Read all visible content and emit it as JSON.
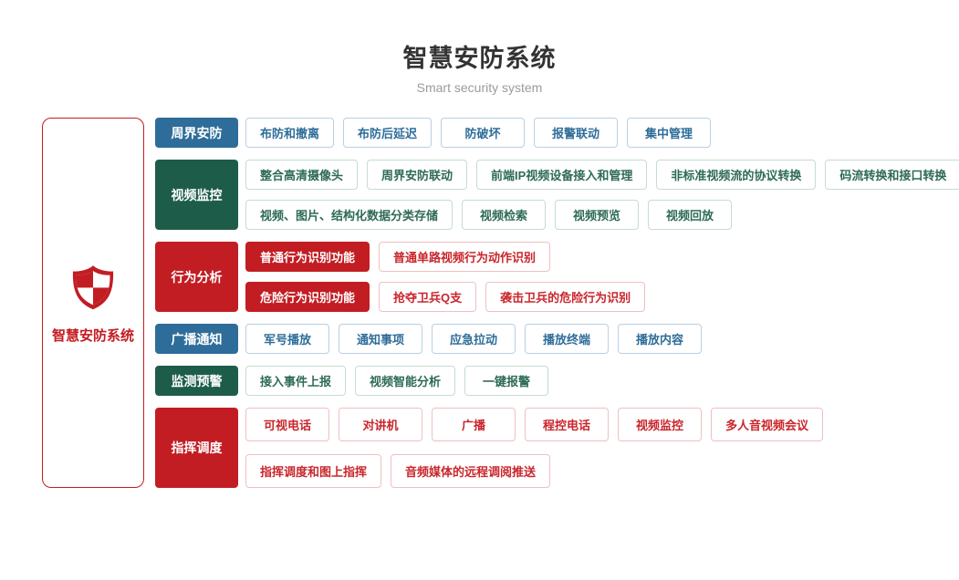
{
  "page": {
    "title": "智慧安防系统",
    "subtitle": "Smart security system"
  },
  "overview": {
    "label": "智慧安防系统",
    "icon": "shield-icon"
  },
  "colors": {
    "blue": "#2e6d99",
    "green": "#1d5c49",
    "red": "#c21d23",
    "title": "#333333",
    "subtitle": "#9b9b9b"
  },
  "groups": [
    {
      "label": "周界安防",
      "color": "blue",
      "rows": [
        {
          "items": [
            "布防和撤离",
            "布防后延迟",
            "防破坏",
            "报警联动",
            "集中管理"
          ]
        }
      ]
    },
    {
      "label": "视频监控",
      "color": "green",
      "rows": [
        {
          "items": [
            "整合高清摄像头",
            "周界安防联动",
            "前端IP视频设备接入和管理",
            "非标准视频流的协议转换",
            "码流转换和接口转换"
          ]
        },
        {
          "items": [
            "视频、图片、结构化数据分类存储",
            "视频检索",
            "视频预览",
            "视频回放"
          ]
        }
      ]
    },
    {
      "label": "行为分析",
      "color": "red",
      "rows": [
        {
          "items": [
            "普通行为识别功能",
            "普通单路视频行为动作识别"
          ]
        },
        {
          "items": [
            "危险行为识别功能",
            "抢夺卫兵Q支",
            "袭击卫兵的危险行为识别"
          ]
        }
      ]
    },
    {
      "label": "广播通知",
      "color": "blue",
      "rows": [
        {
          "items": [
            "军号播放",
            "通知事项",
            "应急拉动",
            "播放终端",
            "播放内容"
          ]
        }
      ]
    },
    {
      "label": "监测预警",
      "color": "green",
      "rows": [
        {
          "items": [
            "接入事件上报",
            "视频智能分析",
            "一键报警"
          ]
        }
      ]
    },
    {
      "label": "指挥调度",
      "color": "red",
      "rows": [
        {
          "items": [
            "可视电话",
            "对讲机",
            "广播",
            "程控电话",
            "视频监控",
            "多人音视频会议"
          ]
        },
        {
          "items": [
            "指挥调度和图上指挥",
            "音频媒体的远程调阅推送"
          ]
        }
      ]
    }
  ]
}
